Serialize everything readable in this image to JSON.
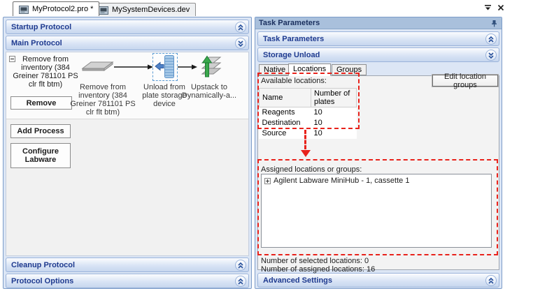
{
  "doc_tabs": [
    {
      "label": "MyProtocol2.pro *",
      "active": true
    },
    {
      "label": "MySystemDevices.dev",
      "active": false
    }
  ],
  "left_pane": {
    "sections": {
      "startup": "Startup Protocol",
      "main": "Main Protocol",
      "cleanup": "Cleanup Protocol",
      "options": "Protocol Options"
    },
    "process": {
      "item_label": "Remove from inventory (384 Greiner 781101 PS clr flt btm)",
      "remove_button": "Remove",
      "add_process_button": "Add Process",
      "configure_labware_button": "Configure Labware",
      "steps": [
        {
          "icon": "plate-icon",
          "label": "Remove from inventory (384 Greiner 781101 PS clr flt btm)",
          "selected": false
        },
        {
          "icon": "unload-icon",
          "label": "Unload from plate storage device",
          "selected": true
        },
        {
          "icon": "upstack-icon",
          "label": "Upstack to Dynamically-a...",
          "selected": false
        }
      ]
    }
  },
  "right_pane": {
    "dock_title": "Task Parameters",
    "sections": {
      "task_parameters": "Task Parameters",
      "storage_unload": "Storage Unload",
      "advanced_settings": "Advanced Settings"
    },
    "storage_unload": {
      "tabs": [
        "Native",
        "Locations",
        "Groups"
      ],
      "selected_tab": "Locations",
      "available_locations_label": "Available locations:",
      "edit_location_groups_button": "Edit location groups",
      "table": {
        "headers": [
          "Name",
          "Number of plates"
        ],
        "rows": [
          [
            "Reagents",
            "10"
          ],
          [
            "Destination",
            "10"
          ],
          [
            "Source",
            "10"
          ]
        ]
      },
      "assigned_label": "Assigned locations or groups:",
      "assigned_items": [
        "Agilent Labware MiniHub - 1, cassette 1"
      ],
      "selected_count_text": "Number of selected locations: 0",
      "assigned_count_text": "Number of assigned locations: 16"
    }
  },
  "colors": {
    "header_text": "#1e3a8f",
    "dock_title_bg": "#a9c0dc",
    "annotation_red": "#e8221b",
    "selection_blue": "#5a9bd4",
    "upstack_green": "#3aa84c"
  }
}
